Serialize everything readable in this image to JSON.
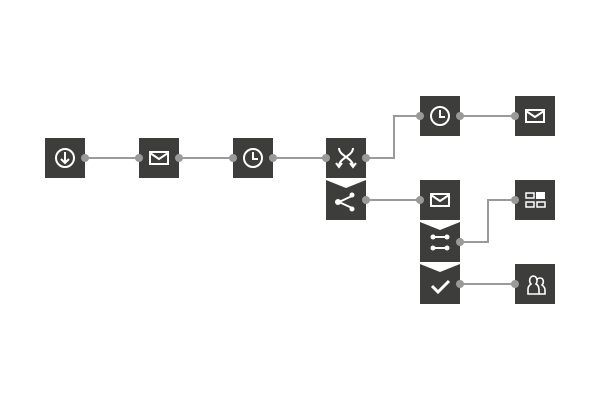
{
  "diagram": {
    "type": "workflow",
    "colors": {
      "node": "#3d3e3b",
      "connector": "#9a9a9a",
      "icon": "#ffffff"
    },
    "nodes": [
      {
        "id": "n1",
        "icon": "download-icon"
      },
      {
        "id": "n2",
        "icon": "mail-icon"
      },
      {
        "id": "n3",
        "icon": "clock-icon"
      },
      {
        "id": "n4",
        "icon": "split-merge-icon"
      },
      {
        "id": "n5",
        "icon": "share-branch-icon",
        "stacked_under": "n4"
      },
      {
        "id": "n6",
        "icon": "clock-icon"
      },
      {
        "id": "n7",
        "icon": "mail-icon"
      },
      {
        "id": "n8",
        "icon": "mail-icon"
      },
      {
        "id": "n9",
        "icon": "connect-icon",
        "stacked_under": "n8"
      },
      {
        "id": "n10",
        "icon": "check-icon",
        "stacked_under": "n9"
      },
      {
        "id": "n11",
        "icon": "dashboard-icon"
      },
      {
        "id": "n12",
        "icon": "users-icon"
      }
    ],
    "edges": [
      [
        "n1",
        "n2"
      ],
      [
        "n2",
        "n3"
      ],
      [
        "n3",
        "n4"
      ],
      [
        "n4",
        "n6"
      ],
      [
        "n6",
        "n7"
      ],
      [
        "n5",
        "n8"
      ],
      [
        "n9",
        "n11"
      ],
      [
        "n10",
        "n12"
      ]
    ]
  }
}
